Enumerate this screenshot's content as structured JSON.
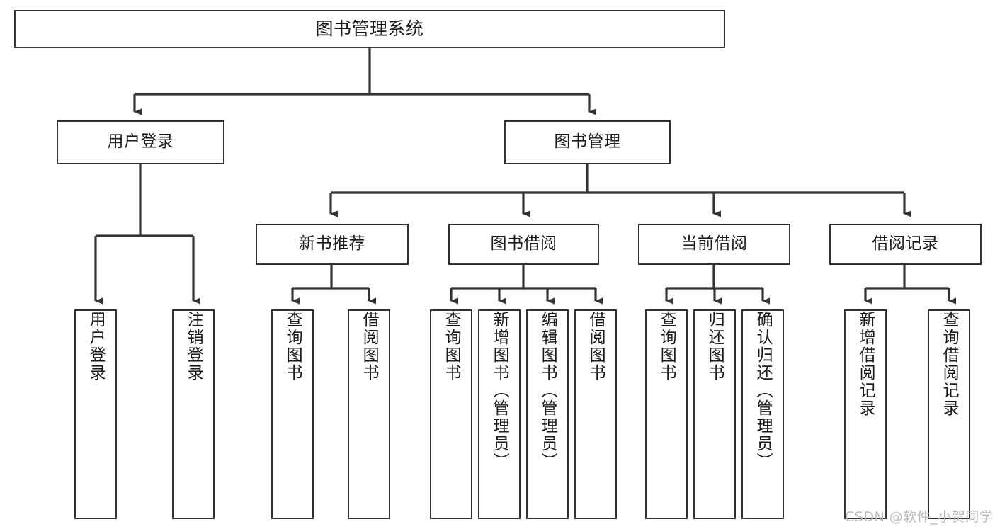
{
  "diagram": {
    "title": "图书管理系统",
    "type": "hierarchy-tree",
    "watermark": "CSDN @软件_小贺同学",
    "colors": {
      "box_border": "#333333",
      "box_fill": "#ffffff",
      "edge": "#333333",
      "text": "#1a1a1a",
      "watermark": "#b9b9b9",
      "background": "#ffffff"
    },
    "nodes": {
      "root": {
        "label": "图书管理系统"
      },
      "level2": [
        {
          "id": "user-login",
          "label": "用户登录"
        },
        {
          "id": "book-management",
          "label": "图书管理"
        }
      ],
      "level3": [
        {
          "id": "new-book-recommend",
          "label": "新书推荐"
        },
        {
          "id": "book-borrow",
          "label": "图书借阅"
        },
        {
          "id": "current-borrow",
          "label": "当前借阅"
        },
        {
          "id": "borrow-record",
          "label": "借阅记录"
        }
      ],
      "leaves": {
        "user_login": [
          {
            "id": "leaf-user-login",
            "label": "用户登录"
          },
          {
            "id": "leaf-logout-login",
            "label": "注销登录"
          }
        ],
        "new_book_recommend": [
          {
            "id": "leaf-query-book-1",
            "label": "查询图书"
          },
          {
            "id": "leaf-borrow-book-1",
            "label": "借阅图书"
          }
        ],
        "book_borrow": [
          {
            "id": "leaf-query-book-2",
            "label": "查询图书"
          },
          {
            "id": "leaf-add-book",
            "label": "新增图书（管理员）"
          },
          {
            "id": "leaf-edit-book",
            "label": "编辑图书（管理员）"
          },
          {
            "id": "leaf-borrow-book-2",
            "label": "借阅图书"
          }
        ],
        "current_borrow": [
          {
            "id": "leaf-query-book-3",
            "label": "查询图书"
          },
          {
            "id": "leaf-return-book",
            "label": "归还图书"
          },
          {
            "id": "leaf-confirm-return",
            "label": "确认归还（管理员）"
          }
        ],
        "borrow_record": [
          {
            "id": "leaf-add-record",
            "label": "新增借阅记录"
          },
          {
            "id": "leaf-query-record",
            "label": "查询借阅记录"
          }
        ]
      }
    }
  }
}
